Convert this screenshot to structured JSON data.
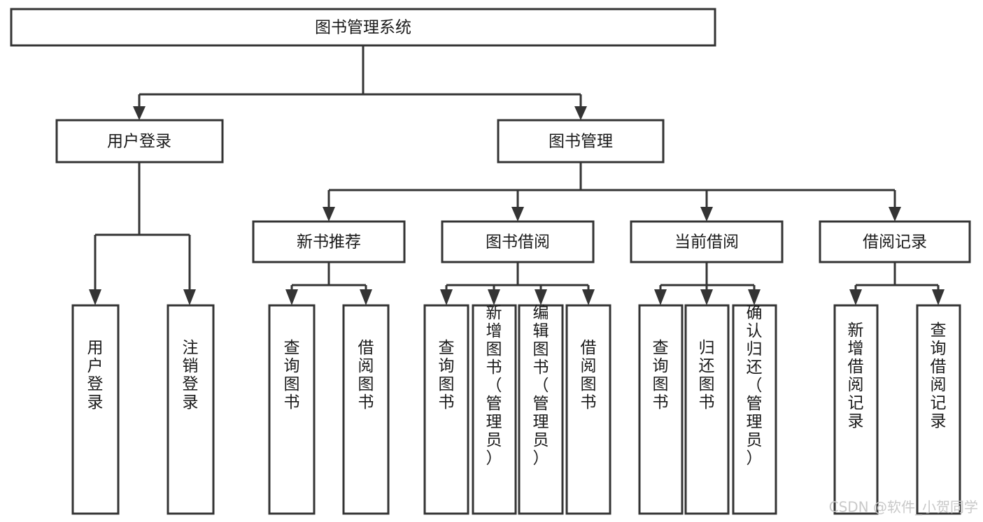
{
  "diagram": {
    "title": "图书管理系统",
    "type": "tree-hierarchy-chart",
    "colors": {
      "box_stroke": "#343434",
      "box_fill": "#ffffff",
      "line": "#343434",
      "text": "#1a1a1a",
      "background": "#ffffff",
      "watermark": "#c9c9c9"
    },
    "root": {
      "id": "root",
      "label": "图书管理系统",
      "orientation": "horizontal"
    },
    "level2": [
      {
        "id": "user-login",
        "label": "用户登录",
        "orientation": "horizontal"
      },
      {
        "id": "book-manage",
        "label": "图书管理",
        "orientation": "horizontal"
      }
    ],
    "level3": [
      {
        "id": "new-book-rec",
        "label": "新书推荐",
        "orientation": "horizontal",
        "parent": "book-manage"
      },
      {
        "id": "book-borrow",
        "label": "图书借阅",
        "orientation": "horizontal",
        "parent": "book-manage"
      },
      {
        "id": "current-borrow",
        "label": "当前借阅",
        "orientation": "horizontal",
        "parent": "book-manage"
      },
      {
        "id": "borrow-record",
        "label": "借阅记录",
        "orientation": "horizontal",
        "parent": "book-manage"
      }
    ],
    "leaves": [
      {
        "id": "leaf-user-login",
        "label": "用户登录",
        "orientation": "vertical",
        "parent": "user-login"
      },
      {
        "id": "leaf-logout",
        "label": "注销登录",
        "orientation": "vertical",
        "parent": "user-login"
      },
      {
        "id": "leaf-query-book-1",
        "label": "查询图书",
        "orientation": "vertical",
        "parent": "new-book-rec"
      },
      {
        "id": "leaf-borrow-book-1",
        "label": "借阅图书",
        "orientation": "vertical",
        "parent": "new-book-rec"
      },
      {
        "id": "leaf-query-book-2",
        "label": "查询图书",
        "orientation": "vertical",
        "parent": "book-borrow"
      },
      {
        "id": "leaf-add-book",
        "label": "新增图书（管理员）",
        "orientation": "vertical",
        "parent": "book-borrow"
      },
      {
        "id": "leaf-edit-book",
        "label": "编辑图书（管理员）",
        "orientation": "vertical",
        "parent": "book-borrow"
      },
      {
        "id": "leaf-borrow-book-2",
        "label": "借阅图书",
        "orientation": "vertical",
        "parent": "book-borrow"
      },
      {
        "id": "leaf-query-book-3",
        "label": "查询图书",
        "orientation": "vertical",
        "parent": "current-borrow"
      },
      {
        "id": "leaf-return-book",
        "label": "归还图书",
        "orientation": "vertical",
        "parent": "current-borrow"
      },
      {
        "id": "leaf-confirm-return",
        "label": "确认归还（管理员）",
        "orientation": "vertical",
        "parent": "current-borrow"
      },
      {
        "id": "leaf-add-record",
        "label": "新增借阅记录",
        "orientation": "vertical",
        "parent": "borrow-record"
      },
      {
        "id": "leaf-query-record",
        "label": "查询借阅记录",
        "orientation": "vertical",
        "parent": "borrow-record"
      }
    ]
  },
  "watermark": {
    "text": "CSDN @软件_小贺同学"
  }
}
